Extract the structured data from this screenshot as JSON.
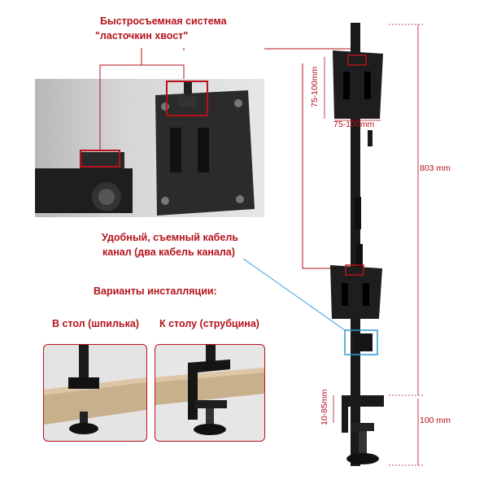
{
  "labels": {
    "dovetail_line1": "Быстросъемная система",
    "dovetail_line2": "\"ласточкин хвост\"",
    "cable_line1": "Удобный, съемный кабель",
    "cable_line2": "канал  (два кабель канала)",
    "install_title": "Варианты инсталляции:",
    "grommet": "В стол (шпилька)",
    "clamp": "К столу (струбцина)"
  },
  "dimensions": {
    "vesa_vertical": "75-100mm",
    "vesa_horizontal": "75-100mm",
    "height_total": "803 mm",
    "base_height": "100 mm",
    "desk_thickness": "10-85mm"
  },
  "colors": {
    "accent_red": "#b5121b",
    "callout_blue": "#2e9bd6",
    "metal_black": "#1a1a1a"
  }
}
